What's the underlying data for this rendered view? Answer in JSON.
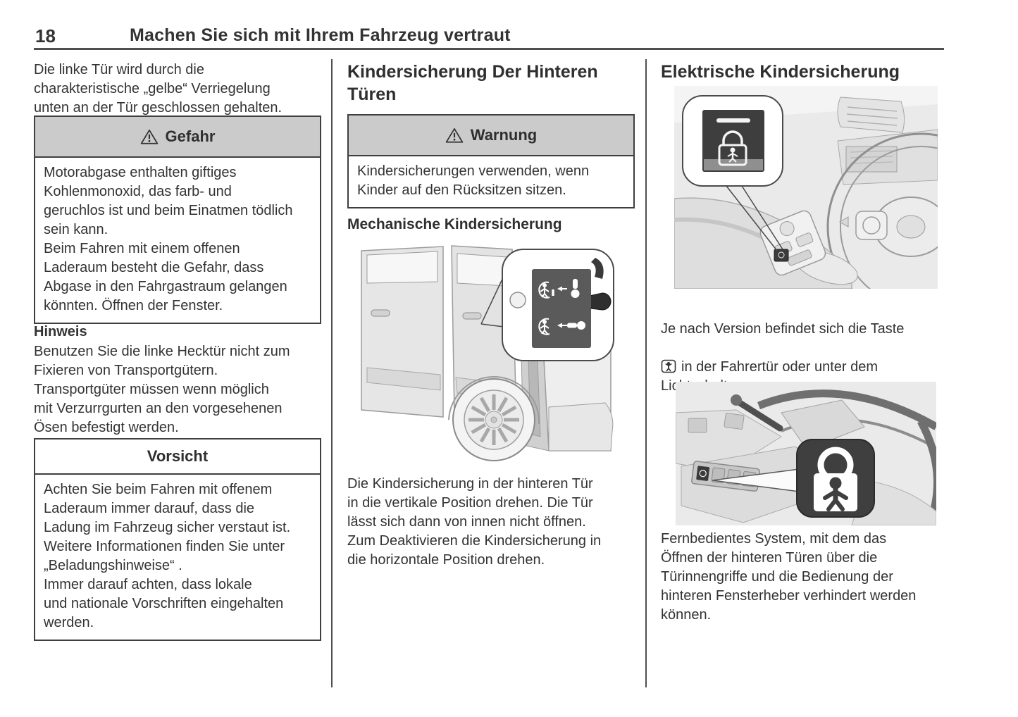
{
  "page": {
    "number": "18",
    "title": "Machen Sie sich mit Ihrem Fahrzeug vertraut"
  },
  "left": {
    "intro": "Die linke Tür wird durch die\ncharakteristische „gelbe“ Verriegelung\nunten an der Tür geschlossen gehalten.",
    "danger": {
      "title": "Gefahr",
      "body": "Motorabgase enthalten giftiges\nKohlenmonoxid, das farb- und\ngeruchlos ist und beim Einatmen tödlich\nsein kann.\nBeim Fahren mit einem offenen\nLaderaum besteht die Gefahr, dass\nAbgase in den Fahrgastraum gelangen\nkönnten. Öffnen der Fenster."
    },
    "note_label": "Hinweis",
    "note": "Benutzen Sie die linke Hecktür nicht zum\nFixieren von Transportgütern.\nTransportgüter müssen wenn möglich\nmit Verzurrgurten an den vorgesehenen\nÖsen befestigt werden.",
    "caution": {
      "title": "Vorsicht",
      "body": "Achten Sie beim Fahren mit offenem\nLaderaum immer darauf, dass die\nLadung im Fahrzeug sicher verstaut ist.\nWeitere Informationen finden Sie unter\n„Beladungshinweise“ .\nImmer darauf achten, dass lokale\nund nationale Vorschriften eingehalten\nwerden."
    }
  },
  "middle": {
    "heading": "Kindersicherung Der Hinteren\nTüren",
    "warning": {
      "title": "Warnung",
      "body": "Kindersicherungen verwenden, wenn\nKinder auf den Rücksitzen sitzen."
    },
    "subheading": "Mechanische Kindersicherung",
    "body": "Die Kindersicherung in der hinteren Tür\nin die vertikale Position drehen. Die Tür\nlässt sich dann von innen nicht öffnen.\nZum Deaktivieren die Kindersicherung in\ndie horizontale Position drehen."
  },
  "right": {
    "heading": "Elektrische Kindersicherung",
    "para1_line1": "Je nach Version befindet sich die Taste",
    "para1_rest": "in der Fahrertür oder unter dem\nLichtschalter.",
    "para2": "Fernbedientes System, mit dem das\nÖffnen der hinteren Türen über die\nTürinnengriffe und die Bedienung der\nhinteren Fensterheber verhindert werden\nkönnen."
  },
  "icons": {
    "danger_header": "warning-triangle",
    "warning_header": "warning-triangle",
    "inline_button": "child-lock-button"
  },
  "colors": {
    "text": "#333333",
    "box_border": "#3f3f3f",
    "box_header_bg": "#cbcbcb",
    "rule": "#4f4f4f",
    "figure_bg": "#eaeaea",
    "label_dark": "#5a5a5a",
    "callout_dark": "#3f3f3f"
  }
}
